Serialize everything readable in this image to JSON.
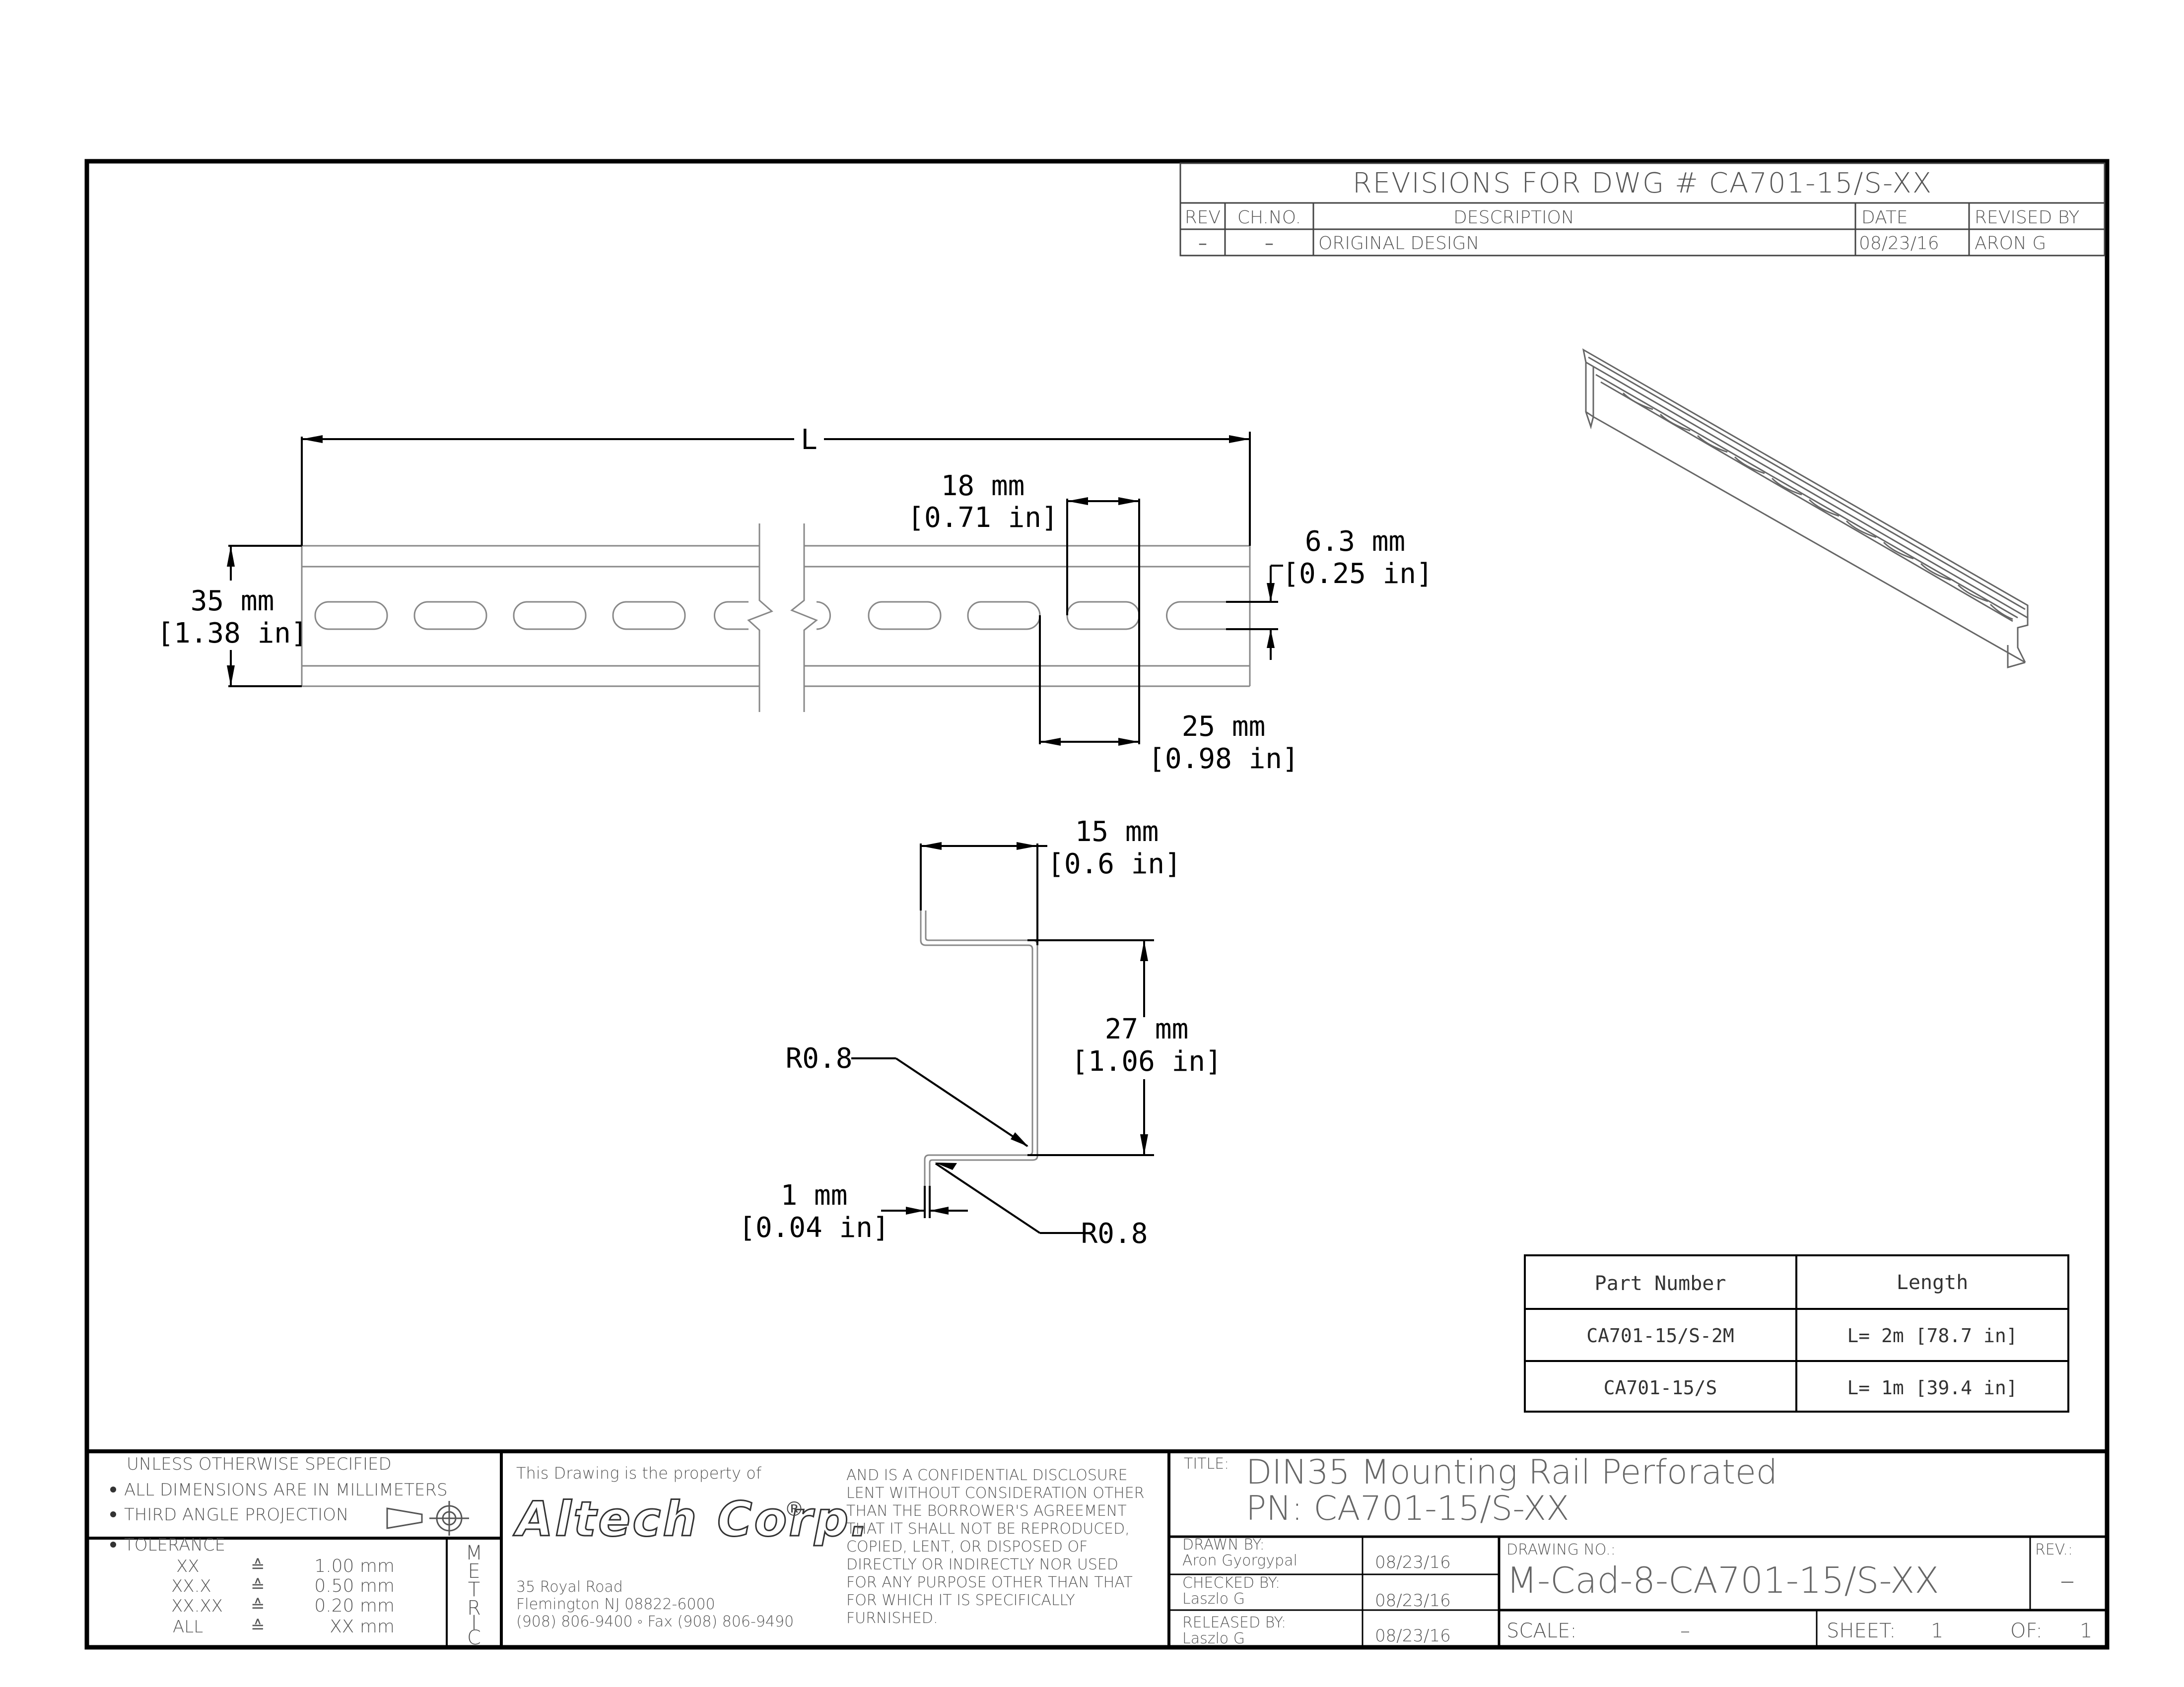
{
  "revisions": {
    "title": "REVISIONS  FOR  DWG  #  CA701-15/S-XX",
    "headers": [
      "REV",
      "CH.NO.",
      "DESCRIPTION",
      "DATE",
      "REVISED BY"
    ],
    "rows": [
      {
        "rev": "–",
        "chno": "–",
        "description": "ORIGINAL  DESIGN",
        "date": "08/23/16",
        "revised_by": "ARON  G"
      }
    ]
  },
  "top_view": {
    "length_label": "L",
    "height_mm": "35  mm",
    "height_in": "[1.38  in]",
    "slot_length_mm": "18  mm",
    "slot_length_in": "[0.71  in]",
    "slot_width_mm": "6.3  mm",
    "slot_width_in": "[0.25  in]",
    "pitch_mm": "25  mm",
    "pitch_in": "[0.98  in]"
  },
  "section_view": {
    "depth_mm": "15  mm",
    "depth_in": "[0.6  in]",
    "height_mm": "27  mm",
    "height_in": "[1.06  in]",
    "thickness_mm": "1  mm",
    "thickness_in": "[0.04  in]",
    "radius_upper": "R0.8",
    "radius_lower": "R0.8"
  },
  "part_table": {
    "headers": [
      "Part Number",
      "Length"
    ],
    "rows": [
      {
        "part": "CA701-15/S-2M",
        "length": "L= 2m [78.7 in]"
      },
      {
        "part": "CA701-15/S",
        "length": "L= 1m [39.4 in]"
      }
    ]
  },
  "title_block": {
    "unless": "UNLESS  OTHERWISE  SPECIFIED",
    "notes": [
      "ALL  DIMENSIONS  ARE  IN  MILLIMETERS",
      "THIRD  ANGLE  PROJECTION"
    ],
    "tolerance_label": "TOLERANCE",
    "tolerances": [
      {
        "fmt": "XX",
        "sym": "≙",
        "val": "1.00 mm"
      },
      {
        "fmt": "XX.X",
        "sym": "≙",
        "val": "0.50 mm"
      },
      {
        "fmt": "XX.XX",
        "sym": "≙",
        "val": "0.20 mm"
      },
      {
        "fmt": "ALL",
        "sym": "≙",
        "val": "XX mm"
      }
    ],
    "metric_letters": [
      "M",
      "E",
      "T",
      "R",
      "I",
      "C"
    ],
    "property_of": "This  Drawing  is  the  property  of",
    "company": "Altech Corp.",
    "registered": "®",
    "address": [
      "35  Royal  Road",
      "Flemington  NJ  08822-6000",
      "(908)  806-9400 ◦ Fax  (908)  806-9490"
    ],
    "disclosure": [
      "AND  IS  A  CONFIDENTIAL  DISCLOSURE",
      "LENT  WITHOUT  CONSIDERATION  OTHER",
      "THAN  THE  BORROWER'S  AGREEMENT",
      "THAT  IT  SHALL  NOT  BE  REPRODUCED,",
      "COPIED,  LENT,  OR  DISPOSED  OF",
      "DIRECTLY  OR  INDIRECTLY  NOR  USED",
      "FOR  ANY  PURPOSE  OTHER  THAN  THAT",
      "FOR  WHICH  IT  IS  SPECIFICALLY",
      "FURNISHED."
    ],
    "title_label": "TITLE:",
    "title_line1": "DIN35  Mounting  Rail  Perforated",
    "title_line2": "PN:  CA701-15/S-XX",
    "drawn_by_label": "DRAWN  BY:",
    "drawn_by": "Aron  Gyorgypal",
    "drawn_date": "08/23/16",
    "checked_by_label": "CHECKED  BY:",
    "checked_by": "Laszlo  G",
    "checked_date": "08/23/16",
    "released_by_label": "RELEASED  BY:",
    "released_by": "Laszlo  G",
    "released_date": "08/23/16",
    "drawing_no_label": "DRAWING  NO.:",
    "drawing_no": "M-Cad-8-CA701-15/S-XX",
    "rev_label": "REV.:",
    "rev": "–",
    "scale_label": "SCALE:",
    "scale": "–",
    "sheet_label": "SHEET:",
    "sheet": "1",
    "of_label": "OF:",
    "of": "1"
  }
}
